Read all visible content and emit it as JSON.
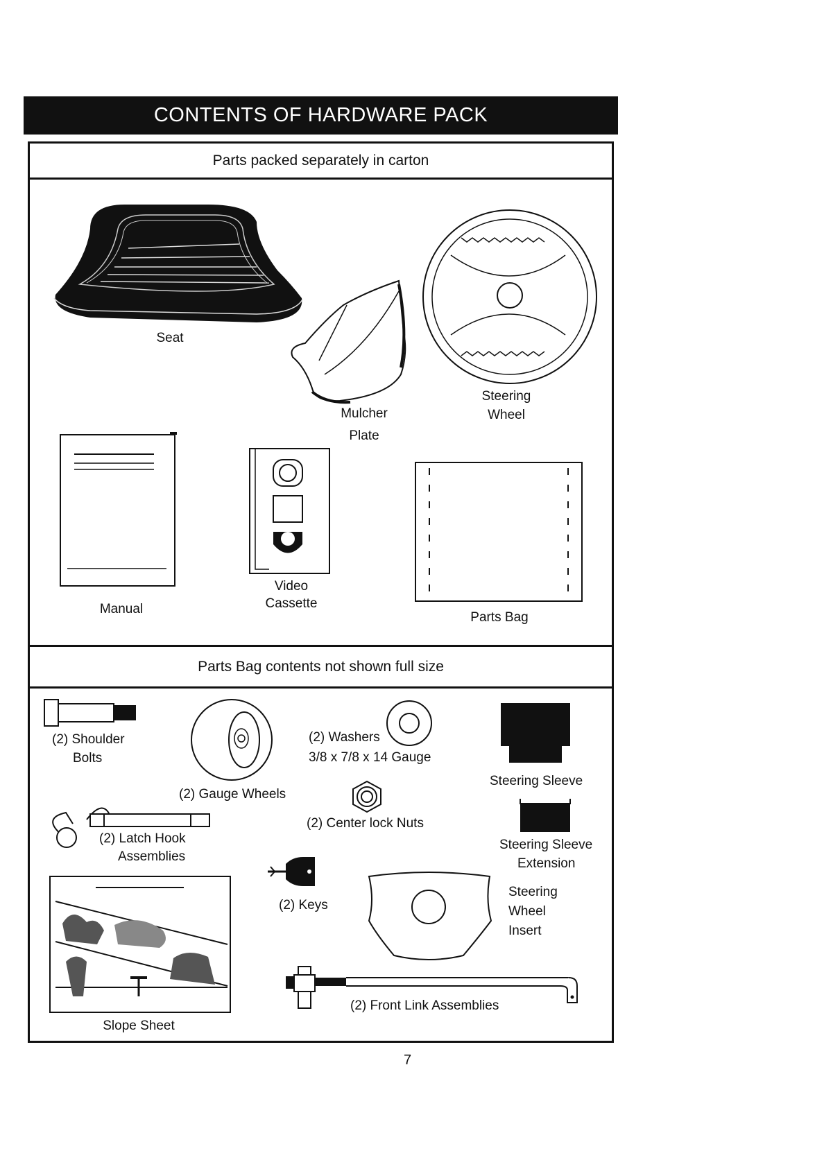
{
  "header": {
    "title": "CONTENTS OF HARDWARE PACK"
  },
  "carton_section": {
    "heading": "Parts packed separately in carton",
    "items": {
      "seat": "Seat",
      "mulcher_plate": [
        "Mulcher",
        "Plate"
      ],
      "steering_wheel": [
        "Steering",
        "Wheel"
      ],
      "manual": "Manual",
      "video_cassette": [
        "Video",
        "Cassette"
      ],
      "parts_bag": "Parts Bag"
    }
  },
  "parts_bag_section": {
    "heading": "Parts Bag contents not shown full size",
    "items": {
      "shoulder_bolts": [
        "(2) Shoulder",
        "Bolts"
      ],
      "gauge_wheels": "(2) Gauge Wheels",
      "washers": [
        "(2) Washers",
        "3/8 x 7/8 x 14 Gauge"
      ],
      "center_lock_nuts": "(2) Center lock Nuts",
      "steering_sleeve": "Steering Sleeve",
      "steering_sleeve_extension": [
        "Steering Sleeve",
        "Extension"
      ],
      "latch_hook": [
        "(2) Latch Hook",
        "Assemblies"
      ],
      "keys": "(2) Keys",
      "steering_wheel_insert": [
        "Steering",
        "Wheel",
        "Insert"
      ],
      "slope_sheet": "Slope Sheet",
      "front_link": "(2) Front Link Assemblies"
    }
  },
  "footer": {
    "page_number": "7"
  }
}
